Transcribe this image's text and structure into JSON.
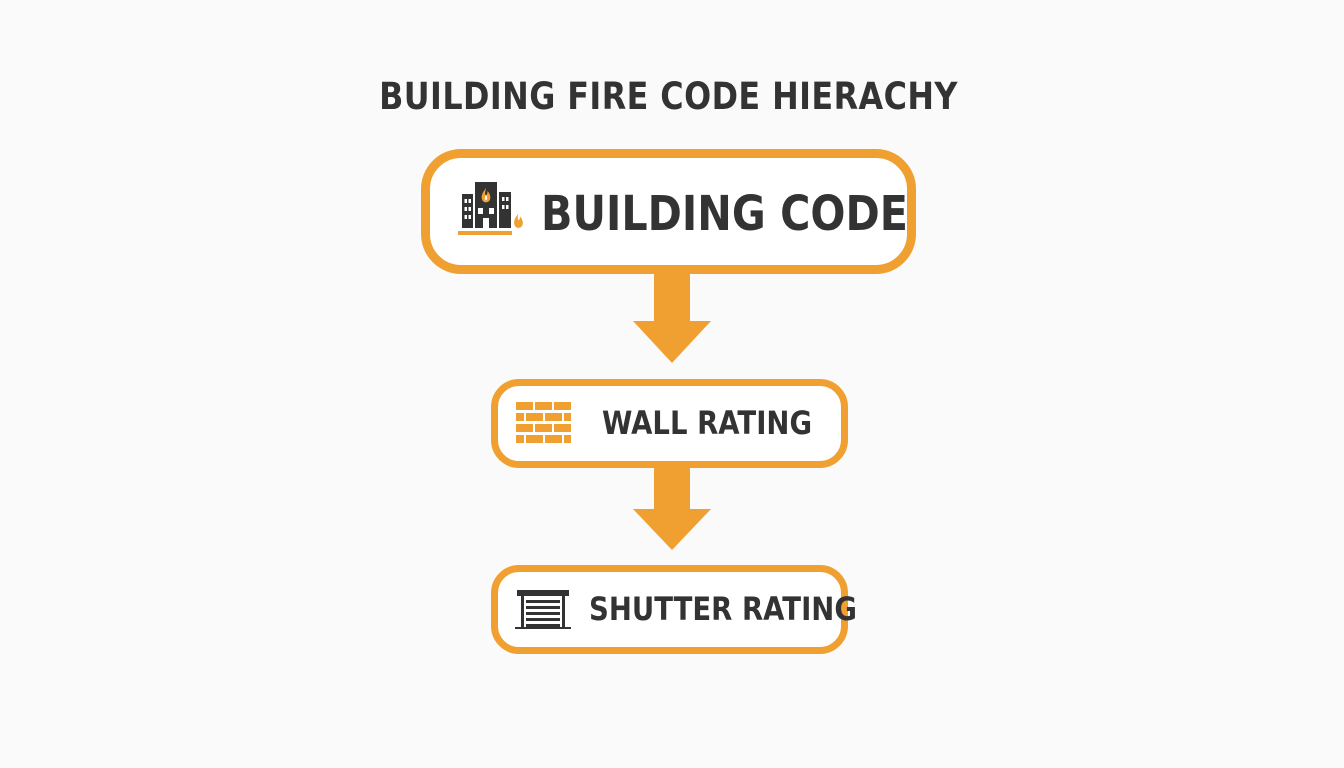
{
  "diagram": {
    "title": "BUILDING FIRE CODE HIERACHY",
    "nodes": [
      {
        "id": "building-code",
        "label": "BUILDING CODE",
        "icon": "building-fire-icon"
      },
      {
        "id": "wall-rating",
        "label": "WALL RATING",
        "icon": "brick-wall-icon"
      },
      {
        "id": "shutter-rating",
        "label": "SHUTTER RATING",
        "icon": "rolling-shutter-icon"
      }
    ],
    "edges": [
      {
        "from": "building-code",
        "to": "wall-rating"
      },
      {
        "from": "wall-rating",
        "to": "shutter-rating"
      }
    ]
  },
  "colors": {
    "accent": "#f0a030",
    "text": "#333333",
    "background": "#fafafa"
  }
}
